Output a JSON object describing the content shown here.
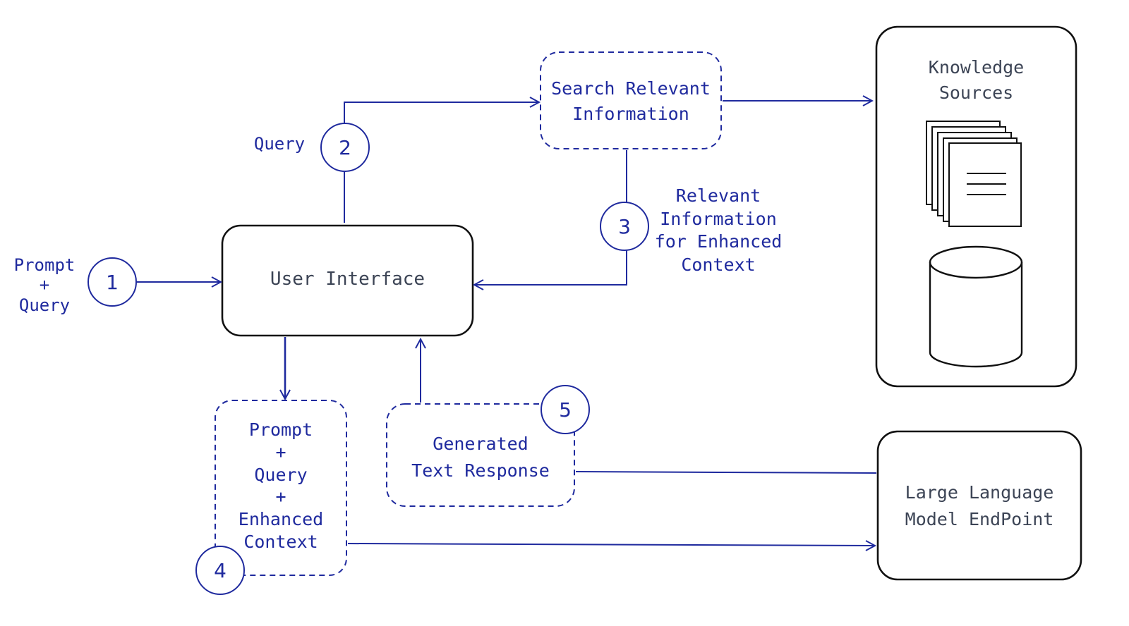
{
  "colors": {
    "blue": "#1f2a9e",
    "dark": "#111111",
    "gray": "#3c4455"
  },
  "labels": {
    "prompt_query": "Prompt\n+\nQuery",
    "query": "Query",
    "user_interface": "User Interface",
    "search": "Search Relevant\nInformation",
    "relevant_info": "Relevant\nInformation\nfor Enhanced\nContext",
    "knowledge_sources": "Knowledge\nSources",
    "prompt_enhanced": "Prompt\n+\nQuery\n+\nEnhanced\nContext",
    "generated": "Generated\nText Response",
    "llm": "Large Language\nModel EndPoint"
  },
  "steps": [
    "1",
    "2",
    "3",
    "4",
    "5"
  ],
  "icons": {
    "documents": "document-stack-icon",
    "database": "database-cylinder-icon"
  }
}
